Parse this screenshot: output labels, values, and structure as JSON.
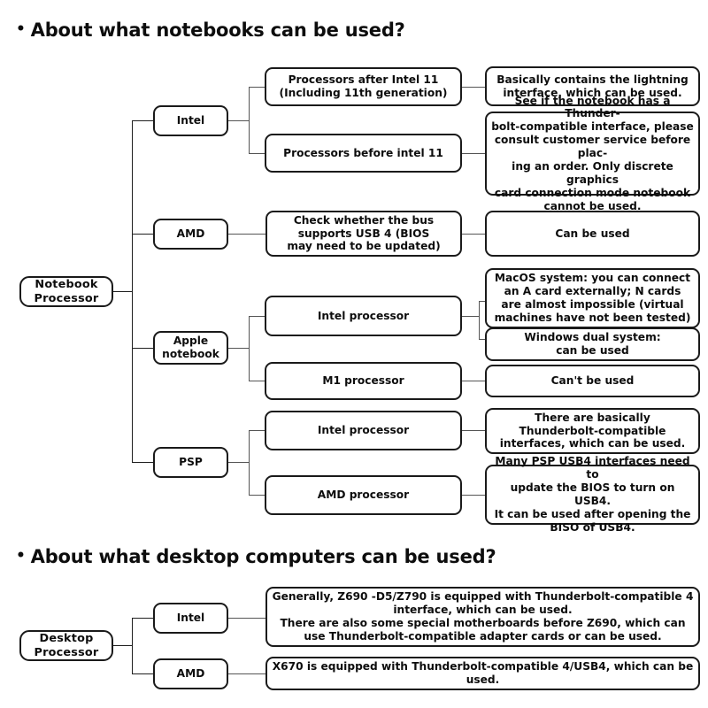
{
  "sections": [
    {
      "title": "About what notebooks can be used?",
      "bullet": "•",
      "root": "Notebook\nProcessor",
      "branches": [
        {
          "label": "Intel",
          "children": [
            {
              "label": "Processors after Intel 11\n(Including 11th generation)",
              "results": [
                "Basically contains the lightning\ninterface, which can be used."
              ]
            },
            {
              "label": "Processors before intel 11",
              "results": [
                "See if the notebook has a Thunder-\nbolt-compatible interface, please\nconsult customer service before plac-\ning an order. Only discrete graphics\ncard connection mode notebook\ncannot be used."
              ]
            }
          ]
        },
        {
          "label": "AMD",
          "children": [
            {
              "label": "Check whether the bus\nsupports USB 4 (BIOS\nmay need to be updated)",
              "results": [
                "Can be used"
              ]
            }
          ]
        },
        {
          "label": "Apple\nnotebook",
          "children": [
            {
              "label": "Intel processor",
              "results": [
                "MacOS system: you can connect\nan A card externally; N cards\nare almost impossible (virtual\nmachines have not been tested)",
                "Windows dual system:\ncan be used"
              ]
            },
            {
              "label": "M1 processor",
              "results": [
                "Can't be used"
              ]
            }
          ]
        },
        {
          "label": "PSP",
          "children": [
            {
              "label": "Intel processor",
              "results": [
                "There are basically\nThunderbolt-compatible\ninterfaces, which can be used."
              ]
            },
            {
              "label": "AMD processor",
              "results": [
                "Many PSP USB4 interfaces need to\nupdate the BIOS to turn on USB4.\nIt can be used after opening the\nBISO of USB4."
              ]
            }
          ]
        }
      ]
    },
    {
      "title": "About what desktop computers can be used?",
      "bullet": "•",
      "root": "Desktop\nProcessor",
      "branches": [
        {
          "label": "Intel",
          "children": [
            {
              "label": "Generally, Z690 -D5/Z790 is equipped with Thunderbolt-compatible 4\ninterface, which can be used.\nThere are also some special motherboards before Z690, which can\nuse Thunderbolt-compatible  adapter cards or can be used.",
              "results": []
            }
          ]
        },
        {
          "label": "AMD",
          "children": [
            {
              "label": "X670 is equipped with Thunderbolt-compatible 4/USB4, which can be used.",
              "results": []
            }
          ]
        }
      ]
    }
  ],
  "colors": {
    "line": "#555555",
    "line_dark": "#1f1f1f",
    "text": "#0d0d0d",
    "background": "#ffffff"
  }
}
